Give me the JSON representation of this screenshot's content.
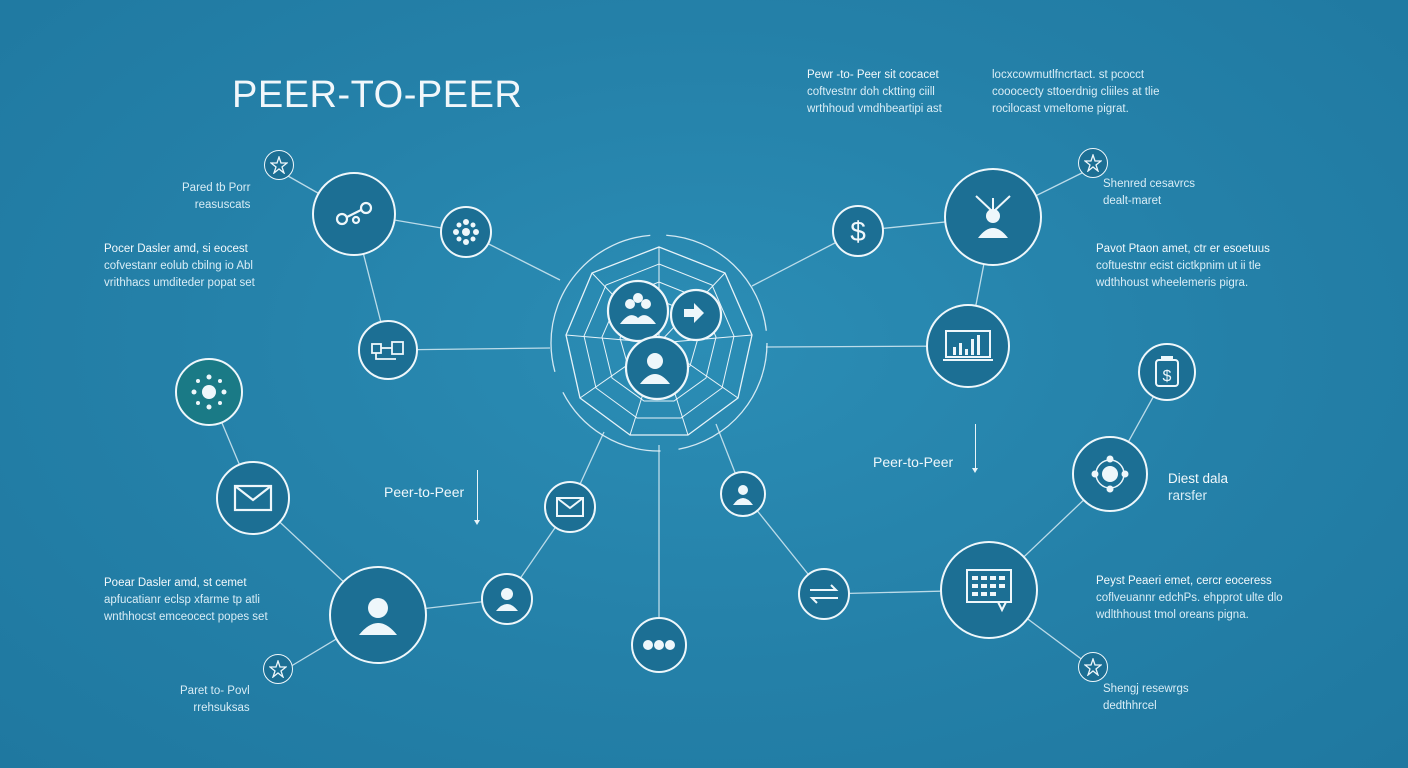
{
  "diagram": {
    "title": "PEER-TO-PEER",
    "top_text_left": [
      "Pewr -to- Peer sit cocacet",
      "coftvestnr doh cktting ciill",
      "wrthhoud vmdhbeartipi ast"
    ],
    "top_text_right": [
      "locxcowmutlfncrtact. st pcocct",
      "cooocecty sttoerdnig cliiles at tlie",
      "rocilocast vmeltome pigrat."
    ],
    "left_upper_label": [
      "Pared tb Porr",
      "reasuscats"
    ],
    "left_para_1": [
      "Pocer Dasler amd, si eocest",
      "cofvestanr eolub cbilng io Abl",
      "vrithhacs umditeder popat set"
    ],
    "left_para_2": [
      "Poear Dasler amd, st cemet",
      "apfucatianr eclsp xfarme tp atli",
      "wnthhocst emceocect popes set"
    ],
    "left_lower_label": [
      "Paret to- Povl",
      "rrehsuksas"
    ],
    "right_upper_label": [
      "Shenred cesavrcs",
      "dealt-maret"
    ],
    "right_para_1": [
      "Pavot Ptaon amet, ctr er esoetuus",
      "coftuestnr ecist cictkpnim ut ii tle",
      "wdthhoust wheelemeris pigra."
    ],
    "right_data_label": [
      "Diest dala",
      "rarsfer"
    ],
    "right_para_2": [
      "Peyst Peaeri emet, cercr eoceress",
      "coflveuannr edchPs. ehpprot ulte dlo",
      "wdlthhoust tmol oreans pigna."
    ],
    "right_lower_label": [
      "Shengj resewrgs",
      "dedthhrcel"
    ],
    "mid_left_label": "Peer-to-Peer",
    "mid_right_label": "Peer-to-Peer",
    "accent_color": "#eef7fb",
    "background_color": "#2482a8",
    "nodes": [
      {
        "id": "hub",
        "icon": "network-web-icon"
      },
      {
        "id": "n-link",
        "icon": "link-chain-icon"
      },
      {
        "id": "n-cluster",
        "icon": "cluster-icon"
      },
      {
        "id": "n-flow",
        "icon": "flow-icon"
      },
      {
        "id": "n-hubdots",
        "icon": "hub-dots-icon"
      },
      {
        "id": "n-mail-left",
        "icon": "envelope-icon"
      },
      {
        "id": "n-user",
        "icon": "user-icon"
      },
      {
        "id": "n-small-user",
        "icon": "small-user-icon"
      },
      {
        "id": "n-mail-center",
        "icon": "envelope-icon"
      },
      {
        "id": "n-bottom",
        "icon": "exchange-icon"
      },
      {
        "id": "n-dollar",
        "icon": "dollar-icon"
      },
      {
        "id": "n-share",
        "icon": "share-person-icon"
      },
      {
        "id": "n-chart",
        "icon": "chart-screen-icon"
      },
      {
        "id": "n-jar",
        "icon": "money-jar-icon"
      },
      {
        "id": "n-gear",
        "icon": "gear-people-icon"
      },
      {
        "id": "n-person-center",
        "icon": "person-icon"
      },
      {
        "id": "n-swap",
        "icon": "swap-arrows-icon"
      },
      {
        "id": "n-dashboard",
        "icon": "dashboard-icon"
      },
      {
        "id": "n-star-tl",
        "icon": "star-icon"
      },
      {
        "id": "n-star-bl",
        "icon": "star-icon"
      },
      {
        "id": "n-star-tr",
        "icon": "star-icon"
      },
      {
        "id": "n-star-br",
        "icon": "star-icon"
      }
    ]
  }
}
